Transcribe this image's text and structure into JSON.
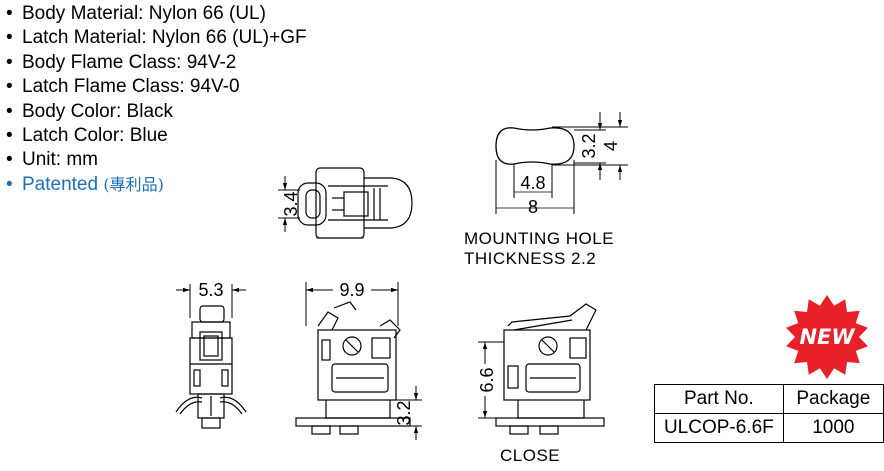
{
  "specs": [
    {
      "bullet": "•",
      "text": "Body Material: Nylon 66 (UL)"
    },
    {
      "bullet": "•",
      "text": "Latch Material: Nylon 66 (UL)+GF"
    },
    {
      "bullet": "•",
      "text": "Body Flame Class: 94V-2"
    },
    {
      "bullet": "•",
      "text": "Latch Flame Class: 94V-0"
    },
    {
      "bullet": "•",
      "text": "Body Color: Black"
    },
    {
      "bullet": "•",
      "text": "Latch Color: Blue"
    },
    {
      "bullet": "•",
      "text": "Unit: mm"
    }
  ],
  "patented": {
    "bullet": "•",
    "text": "Patented",
    "cjk": "(專利品)"
  },
  "colors": {
    "accent": "#1a6fb5",
    "badge": "#e8202a",
    "line": "#000000"
  },
  "dimensions": {
    "top_height": "3.4",
    "hole_height_inner": "3.2",
    "hole_height_outer": "4",
    "hole_width_inner": "4.8",
    "hole_width_outer": "8",
    "side_width": "5.3",
    "front_width": "9.9",
    "front_height": "3.2",
    "close_height": "6.6"
  },
  "captions": {
    "mounting_line1": "MOUNTING HOLE",
    "mounting_line2": "THICKNESS 2.2",
    "close": "CLOSE"
  },
  "badge": {
    "text": "NEW",
    "icon": "new-starburst-icon"
  },
  "table": {
    "headers": [
      "Part No.",
      "Package"
    ],
    "rows": [
      [
        "ULCOP-6.6F",
        "1000"
      ]
    ]
  }
}
